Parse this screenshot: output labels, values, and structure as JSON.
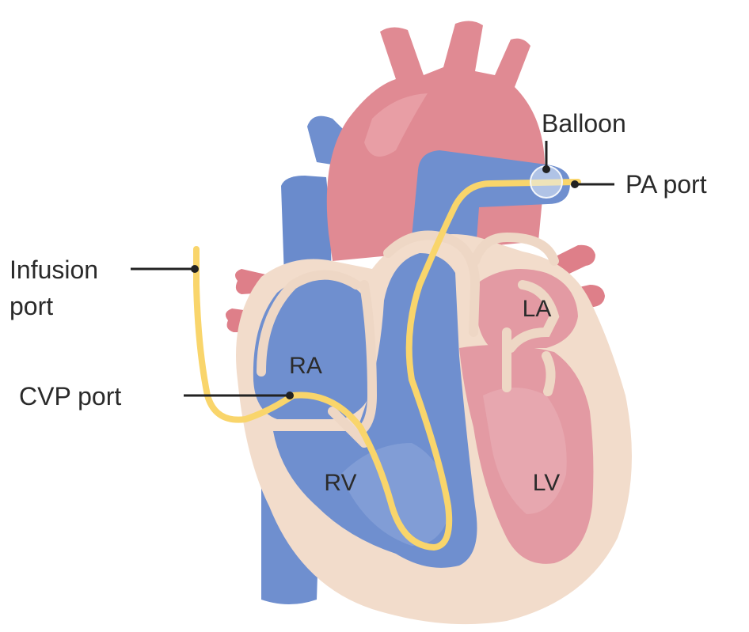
{
  "labels": {
    "balloon": "Balloon",
    "pa_port": "PA port",
    "infusion_port_line1": "Infusion",
    "infusion_port_line2": "port",
    "cvp_port": "CVP port"
  },
  "chambers": {
    "ra": "RA",
    "rv": "RV",
    "la": "LA",
    "lv": "LV"
  },
  "colors": {
    "vessel_blue": "#6f8fcf",
    "artery_red": "#e08a93",
    "muscle_beige": "#f2dccb",
    "catheter_yellow": "#f9d56b",
    "blood_red": "#e39aa3"
  }
}
